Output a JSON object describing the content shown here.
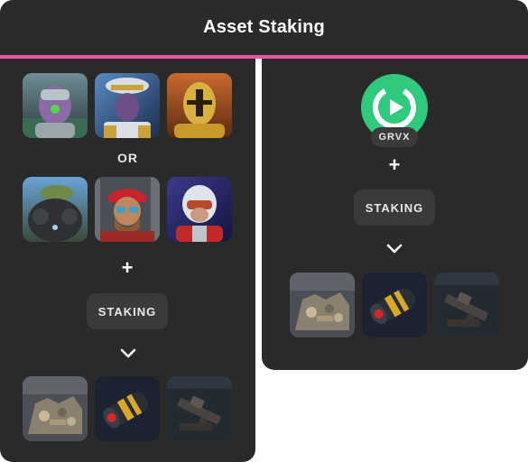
{
  "title": "Asset Staking",
  "left": {
    "or_text": "OR",
    "plus": "+",
    "staking_label": "STAKING"
  },
  "right": {
    "token_label": "GRVX",
    "plus": "+",
    "staking_label": "STAKING"
  },
  "colors": {
    "panel": "#2a2a2a",
    "accent_line": "#e15a9a",
    "token_green": "#2fca7d",
    "button": "#3a3a3a"
  },
  "icons": {
    "characters_row1": [
      "alien-soldier-avatar",
      "commander-avatar",
      "golden-knight-avatar"
    ],
    "characters_row2": [
      "armored-frog-avatar",
      "pirate-avatar",
      "helmet-pilot-avatar"
    ],
    "rewards": [
      "scrap-pile-icon",
      "energy-cell-icon",
      "weapon-parts-icon"
    ],
    "token": "grvx-token-icon",
    "arrow": "chevron-down-icon"
  }
}
